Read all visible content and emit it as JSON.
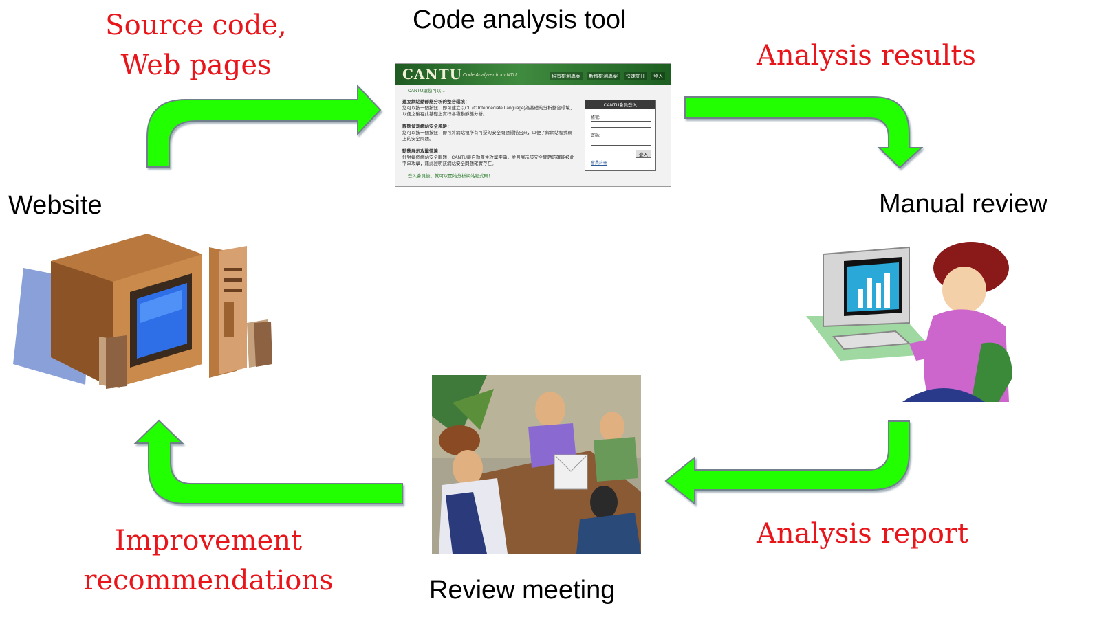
{
  "nodes": {
    "website": "Website",
    "code_analysis_tool": "Code analysis tool",
    "manual_review": "Manual review",
    "review_meeting": "Review meeting"
  },
  "edges": {
    "source_line1": "Source code,",
    "source_line2": "Web pages",
    "analysis_results": "Analysis results",
    "analysis_report": "Analysis report",
    "improvement_line1": "Improvement",
    "improvement_line2": "recommendations"
  },
  "cantu": {
    "logo": "CANTU",
    "logo_sub": "Code Analyzer from NTU",
    "nav": [
      "現有檢測專案",
      "新增檢測專案",
      "快速註冊",
      "登入"
    ],
    "intro": "CANTU讓您可以...",
    "bullet1_title": "建立網站動靜態分析的整合環境：",
    "bullet1_body": "您可以按一個按鈕，即可建立以CIL(C Intermediate Language)為基礎的分析整合環境，以便之後在此基礎上實行各種動靜態分析。",
    "bullet2_title": "靜態偵測網站安全風險：",
    "bullet2_body": "您可以按一個按鈕，即可將網站裡所有可疑的安全問題掃描出來，以便了解網站程式碼上的安全問題。",
    "bullet3_title": "動態展示攻擊情境：",
    "bullet3_body": "針對每個網站安全問題，CANTU能自動產生攻擊字串，並且展示該安全問題的確能被此字串攻擊，藉此證明該網站安全問題確實存在。",
    "footer": "登入會員後，就可以開始分析網站程式碼！",
    "login_title": "CANTU會員登入",
    "login_account": "帳號:",
    "login_password": "密碼:",
    "login_button": "登入",
    "login_register": "會員註冊"
  },
  "colors": {
    "arrow_fill": "#22ff00",
    "arrow_outline": "#8a9aa8",
    "edge_text": "#e8151b"
  }
}
